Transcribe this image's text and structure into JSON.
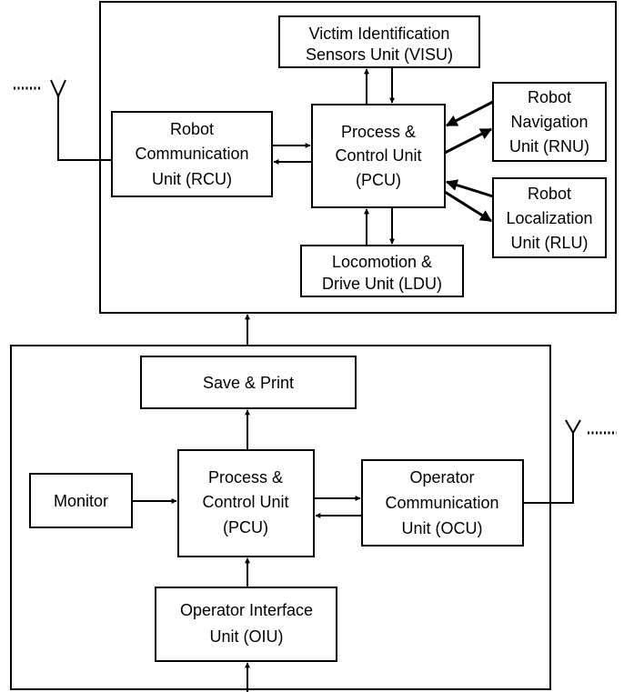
{
  "robot_system": {
    "visu": {
      "line1": "Victim Identification",
      "line2": "Sensors Unit (VISU)"
    },
    "rcu": {
      "line1": "Robot",
      "line2": "Communication",
      "line3": "Unit (RCU)"
    },
    "pcu": {
      "line1": "Process &",
      "line2": "Control Unit",
      "line3": "(PCU)"
    },
    "rnu": {
      "line1": "Robot",
      "line2": "Navigation",
      "line3": "Unit (RNU)"
    },
    "rlu": {
      "line1": "Robot",
      "line2": "Localization",
      "line3": "Unit (RLU)"
    },
    "ldu": {
      "line1": "Locomotion &",
      "line2": "Drive Unit (LDU)"
    }
  },
  "operator_station": {
    "save_print": {
      "label": "Save & Print"
    },
    "monitor": {
      "label": "Monitor"
    },
    "pcu": {
      "line1": "Process &",
      "line2": "Control Unit",
      "line3": "(PCU)"
    },
    "ocu": {
      "line1": "Operator",
      "line2": "Communication",
      "line3": "Unit (OCU)"
    },
    "oiu": {
      "line1": "Operator Interface",
      "line2": "Unit (OIU)"
    }
  }
}
